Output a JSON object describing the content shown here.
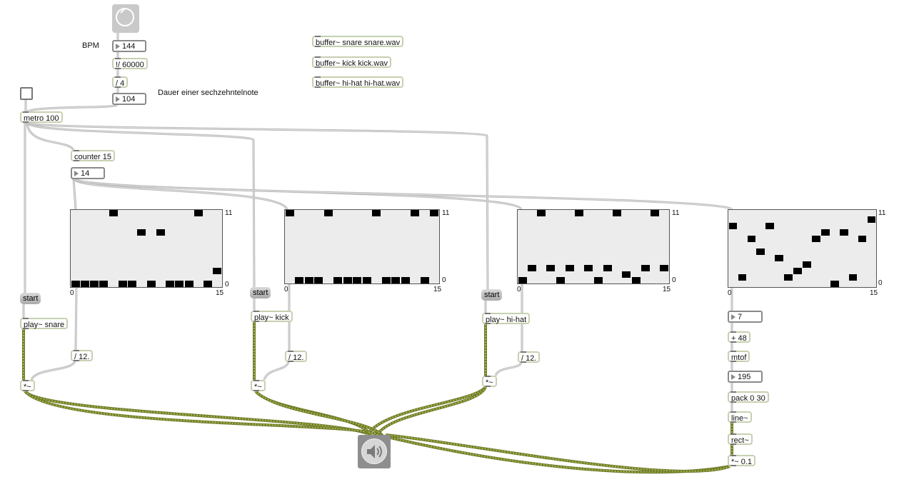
{
  "bpm_label": "BPM",
  "bpm_value": "144",
  "div_60000": "!/ 60000",
  "div_4": "/ 4",
  "ms_value": "104",
  "sixteenth_comment": "Dauer einer sechzehntelnote",
  "metro": "metro 100",
  "counter": "counter 15",
  "counter_value": "14",
  "buffers": [
    "buffer~ snare snare.wav",
    "buffer~ kick kick.wav",
    "buffer~ hi-hat hi-hat.wav"
  ],
  "tracks": [
    {
      "start": "start",
      "player": "play~ snare",
      "div": "/ 12.",
      "mult": "*~"
    },
    {
      "start": "start",
      "player": "play~ kick",
      "div": "/ 12.",
      "mult": "*~"
    },
    {
      "start": "start",
      "player": "play~ hi-hat",
      "div": "/ 12.",
      "mult": "*~"
    }
  ],
  "grid_axis": {
    "x_min": "0",
    "x_max": "15",
    "y_min": "0",
    "y_max": "11"
  },
  "grid_cells": [
    [
      [
        0,
        0
      ],
      [
        1,
        0
      ],
      [
        2,
        0
      ],
      [
        3,
        0
      ],
      [
        4,
        11
      ],
      [
        5,
        0
      ],
      [
        6,
        0
      ],
      [
        7,
        8
      ],
      [
        8,
        0
      ],
      [
        9,
        8
      ],
      [
        10,
        0
      ],
      [
        11,
        0
      ],
      [
        12,
        0
      ],
      [
        13,
        11
      ],
      [
        14,
        0
      ],
      [
        15,
        2
      ]
    ],
    [
      [
        0,
        11
      ],
      [
        1,
        0
      ],
      [
        2,
        0
      ],
      [
        3,
        0
      ],
      [
        4,
        11
      ],
      [
        5,
        0
      ],
      [
        6,
        0
      ],
      [
        7,
        0
      ],
      [
        8,
        0
      ],
      [
        9,
        11
      ],
      [
        10,
        0
      ],
      [
        11,
        0
      ],
      [
        12,
        0
      ],
      [
        13,
        11
      ],
      [
        14,
        0
      ],
      [
        15,
        11
      ]
    ],
    [
      [
        0,
        0
      ],
      [
        1,
        2
      ],
      [
        2,
        11
      ],
      [
        3,
        2
      ],
      [
        4,
        0
      ],
      [
        5,
        2
      ],
      [
        6,
        11
      ],
      [
        7,
        2
      ],
      [
        8,
        0
      ],
      [
        9,
        2
      ],
      [
        10,
        11
      ],
      [
        11,
        1
      ],
      [
        12,
        0
      ],
      [
        13,
        2
      ],
      [
        14,
        11
      ],
      [
        15,
        2
      ]
    ],
    [
      [
        0,
        9
      ],
      [
        1,
        1
      ],
      [
        2,
        7
      ],
      [
        3,
        5
      ],
      [
        4,
        9
      ],
      [
        5,
        4
      ],
      [
        6,
        1
      ],
      [
        7,
        2
      ],
      [
        8,
        3
      ],
      [
        9,
        7
      ],
      [
        10,
        8
      ],
      [
        11,
        0
      ],
      [
        12,
        8
      ],
      [
        13,
        1
      ],
      [
        14,
        7
      ],
      [
        15,
        10
      ]
    ]
  ],
  "synth": {
    "number_in": "7",
    "add": "+ 48",
    "mtof": "mtof",
    "freq": "195",
    "pack": "pack 0 30",
    "line": "line~",
    "rect": "rect~",
    "gain": "*~ 0.1"
  },
  "colors": {
    "patch_cord": "#c8c8c8",
    "signal_cord": "#a9b84e",
    "object_border": "#c6d0b0"
  }
}
